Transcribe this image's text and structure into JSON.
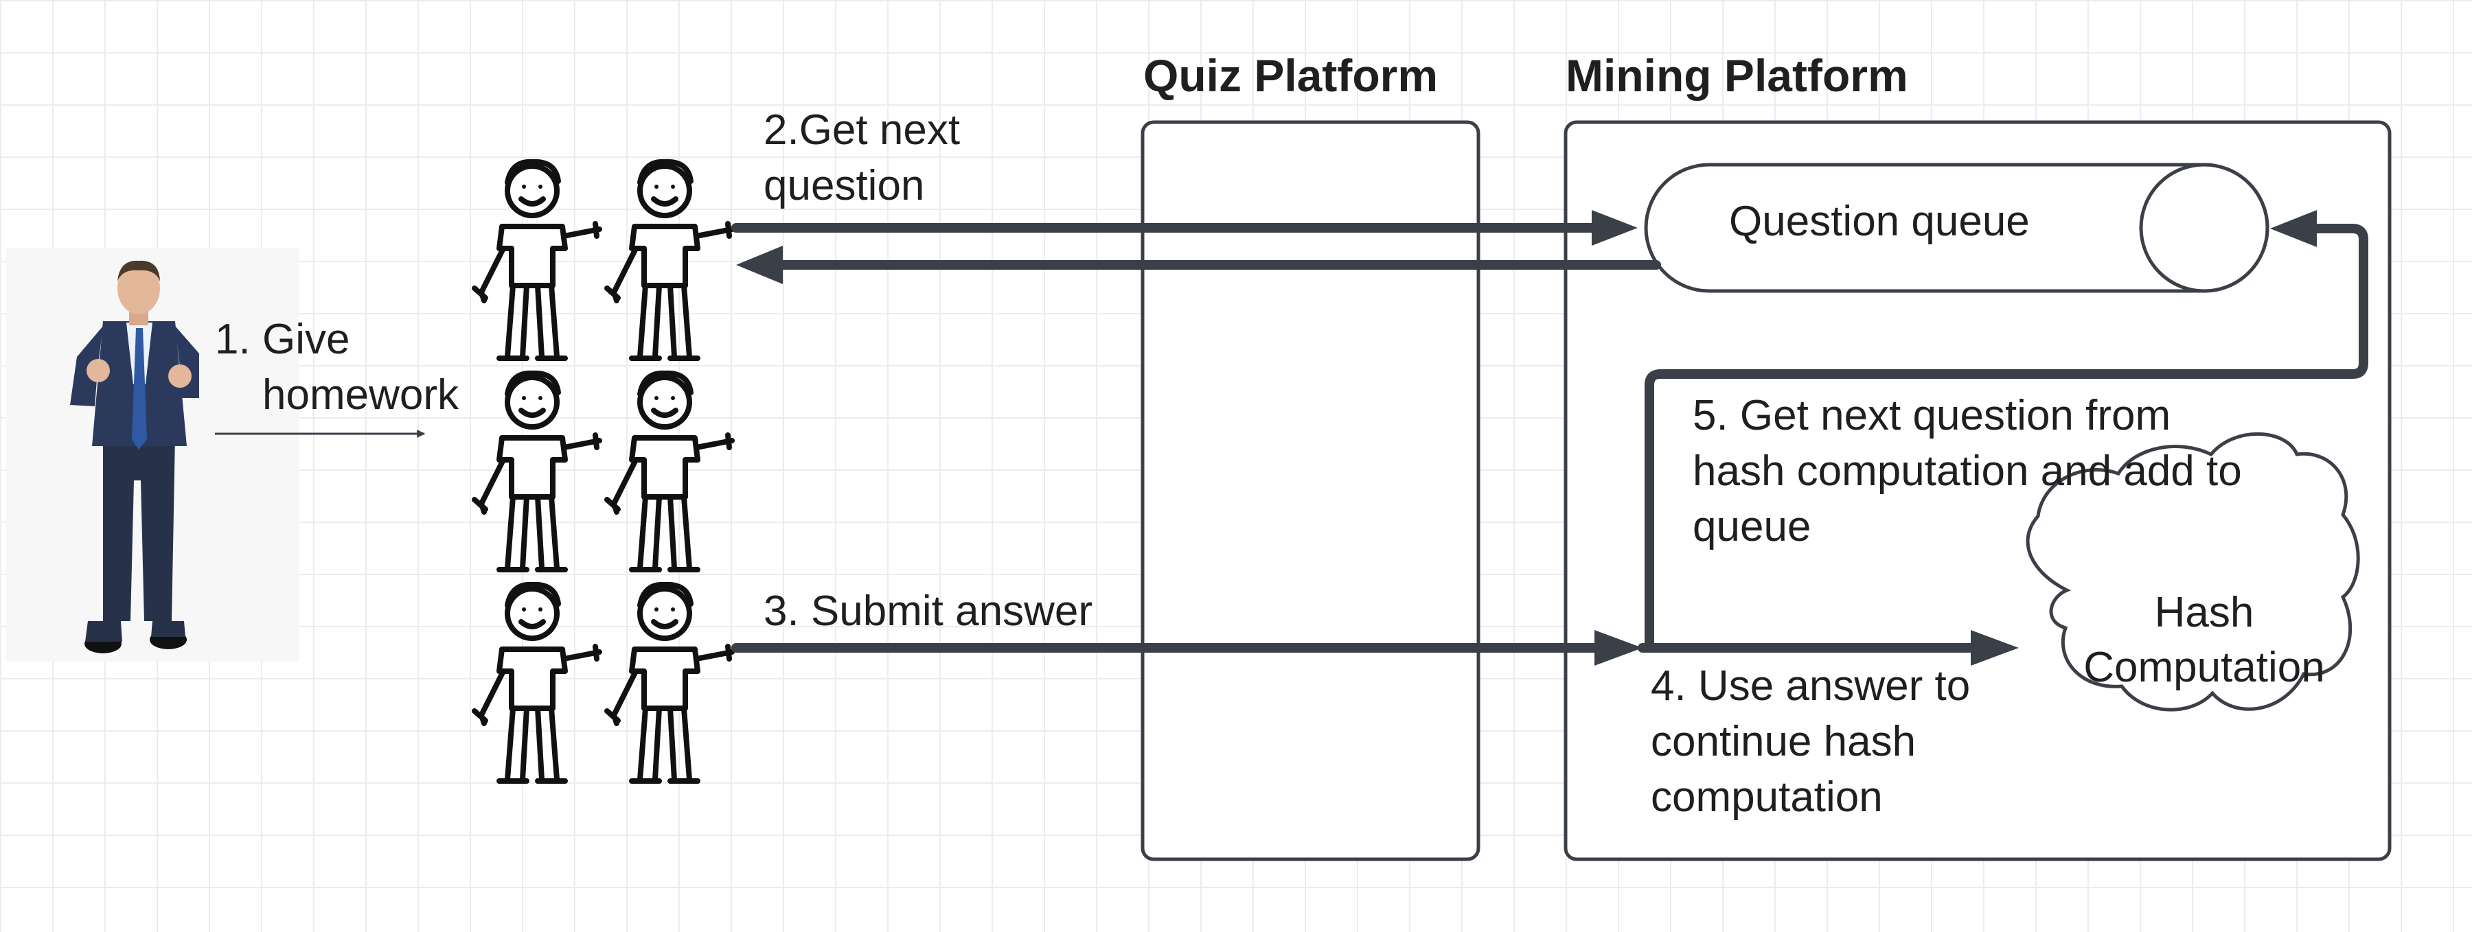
{
  "platforms": {
    "quiz_title": "Quiz Platform",
    "mining_title": "Mining Platform"
  },
  "steps": {
    "give_homework_num": "1.",
    "give_homework_word1": "Give",
    "give_homework_word2": "homework",
    "get_next_line1": "2.Get next",
    "get_next_line2": "question",
    "submit_answer": "3. Submit answer",
    "use_answer_line1": "4. Use answer to",
    "use_answer_line2": "continue hash",
    "use_answer_line3": "computation",
    "next_from_hash_line1": "5. Get next question from",
    "next_from_hash_line2": "hash computation and add to",
    "next_from_hash_line3": "queue"
  },
  "nodes": {
    "question_queue": "Question queue",
    "hash_line1": "Hash",
    "hash_line2": "Computation"
  },
  "icons": {
    "teacher": "teacher-person-icon",
    "student": "stick-figure-icon",
    "student_count": 6
  },
  "colors": {
    "line": "#3b3f47",
    "text": "#1f1f1f",
    "background": "#ffffff",
    "grid": "#ececec"
  }
}
